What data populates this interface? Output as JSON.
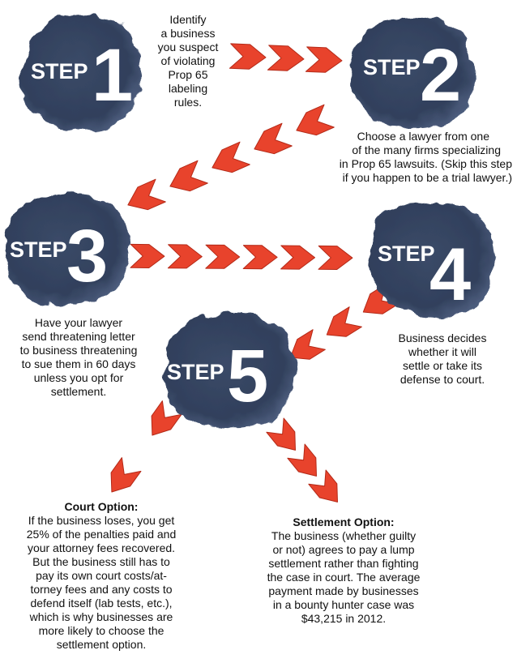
{
  "steps": [
    {
      "word": "STEP",
      "num": "1"
    },
    {
      "word": "STEP",
      "num": "2"
    },
    {
      "word": "STEP",
      "num": "3"
    },
    {
      "word": "STEP",
      "num": "4"
    },
    {
      "word": "STEP",
      "num": "5"
    }
  ],
  "texts": {
    "step1": [
      "Identify",
      "a business",
      "you suspect",
      "of violating",
      "Prop 65",
      "labeling",
      "rules."
    ],
    "step2": [
      "Choose a lawyer from one",
      "of the many firms specializing",
      "in Prop 65 lawsuits. (Skip this step",
      "if you happen to be a trial lawyer.)"
    ],
    "step3": [
      "Have your lawyer",
      "send threatening letter",
      "to business threatening",
      "to sue them in 60 days",
      "unless you opt for",
      "settlement."
    ],
    "step4": [
      "Business decides",
      "whether it will",
      "settle or take its",
      "defense to court."
    ],
    "court": {
      "title": "Court Option:",
      "lines": [
        "If the business loses, you get",
        "25% of the penalties paid and",
        "your attorney fees recovered.",
        "But the business still has to",
        "pay its own court costs/at-",
        "torney fees and any costs to",
        "defend itself (lab tests, etc.),",
        "which is why businesses are",
        "more likely to choose the",
        "settlement option."
      ]
    },
    "settlement": {
      "title": "Settlement Option:",
      "lines": [
        "The business (whether guilty",
        "or not) agrees to pay a lump",
        "settlement rather than fighting",
        "the case in court. The average",
        "payment made by businesses",
        "in a bounty hunter case was",
        "$43,215 in 2012."
      ]
    }
  },
  "colors": {
    "blob": "#34425e",
    "blob_edge": "#4a5a7a",
    "arrow_fill": "#e8432c",
    "arrow_stroke": "#b42a18",
    "text": "#111111"
  }
}
